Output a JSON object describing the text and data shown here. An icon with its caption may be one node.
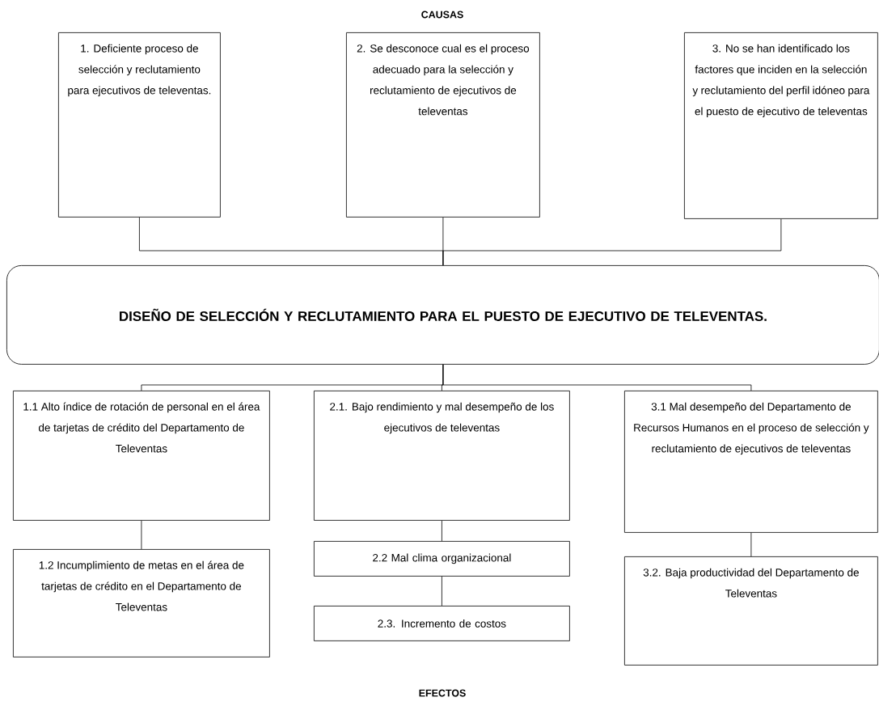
{
  "diagram": {
    "nodes": [
      {
        "text": [
          "1. Deficiente proceso de selección y reclutamiento para ejecutivos de televentas."
        ]
      },
      {
        "text": [
          "2. Se desconoce cual es el proceso adecuado para la selección y reclutamiento de ejecutivos de televentas"
        ]
      },
      {
        "text": [
          "3. No se han identificado los factores que inciden en la selección y reclutamiento del perfil idóneo para el puesto de ejecutivo de televentas"
        ]
      },
      {
        "text": [
          "DISEÑO DE SELECCIÓN Y RECLUTAMIENTO PARA EL PUESTO DE EJECUTIVO DE TELEVENTAS."
        ]
      },
      {
        "text": [
          "1.1 Alto índice de rotación de personal en el área de tarjetas de crédito del Departamento de Televentas"
        ]
      },
      {
        "text": [
          "2.1. Bajo rendimiento y mal desempeño de los ejecutivos de televentas"
        ]
      },
      {
        "text": [
          "3.1 Mal desempeño del Departamento de Recursos Humanos en el proceso de selección y reclutamiento de ejecutivos de televentas"
        ]
      },
      {
        "text": [
          "1.2 Incumplimiento de metas en el área de tarjetas de crédito en el Departamento de Televentas"
        ]
      },
      {
        "text": [
          "2.2 Mal clima organizacional"
        ]
      },
      {
        "text": [
          "2.3. Incremento de costos"
        ]
      },
      {
        "text": [
          "3.2. Baja productividad del Departamento de Televentas"
        ]
      }
    ],
    "edges": [
      {
        "from": 0,
        "to": 3,
        "arrow": "none"
      },
      {
        "from": 1,
        "to": 3,
        "arrow": "none"
      },
      {
        "from": 2,
        "to": 3,
        "arrow": "none"
      },
      {
        "from": 3,
        "to": 4,
        "arrow": "none"
      },
      {
        "from": 3,
        "to": 5,
        "arrow": "none"
      },
      {
        "from": 3,
        "to": 6,
        "arrow": "none"
      },
      {
        "from": 4,
        "to": 7,
        "arrow": "none"
      },
      {
        "from": 5,
        "to": 8,
        "arrow": "none"
      },
      {
        "from": 8,
        "to": 9,
        "arrow": "none"
      },
      {
        "from": 6,
        "to": 10,
        "arrow": "none"
      }
    ],
    "labels": [
      "CAUSAS",
      "EFECTOS"
    ]
  }
}
